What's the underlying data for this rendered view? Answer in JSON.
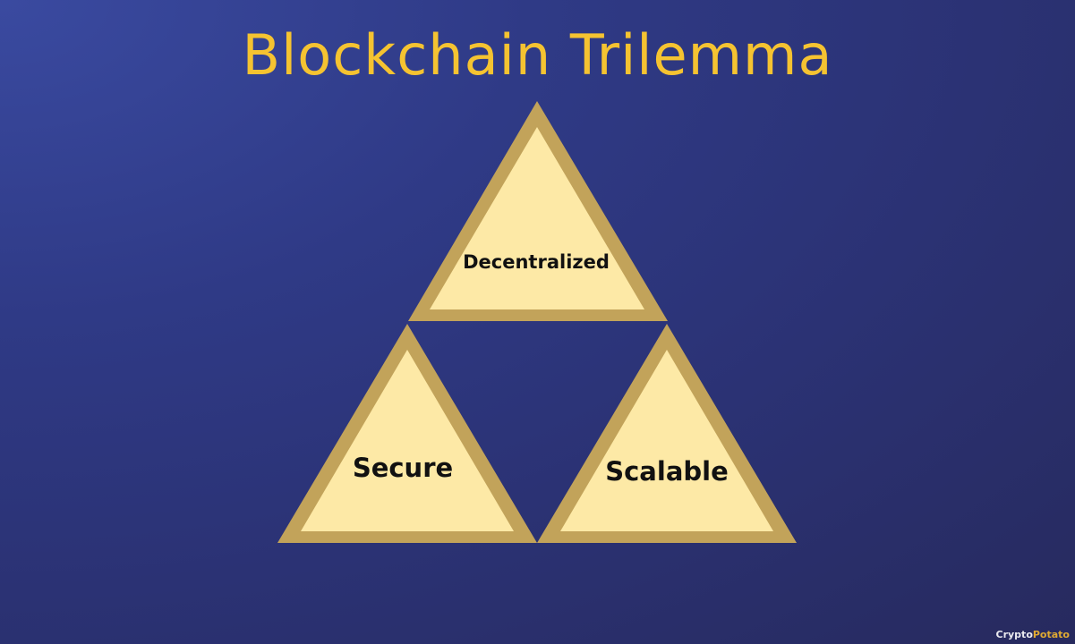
{
  "title": "Blockchain Trilemma",
  "nodes": [
    {
      "id": "top",
      "label": "Decentralized"
    },
    {
      "id": "left",
      "label": "Secure"
    },
    {
      "id": "right",
      "label": "Scalable"
    }
  ],
  "colors": {
    "title": "#f5c331",
    "triangle_fill": "#fde9a6",
    "triangle_border": "#c2a35a",
    "label": "#111111"
  },
  "watermark": {
    "part1": "Crypto",
    "part2": "Potato"
  }
}
